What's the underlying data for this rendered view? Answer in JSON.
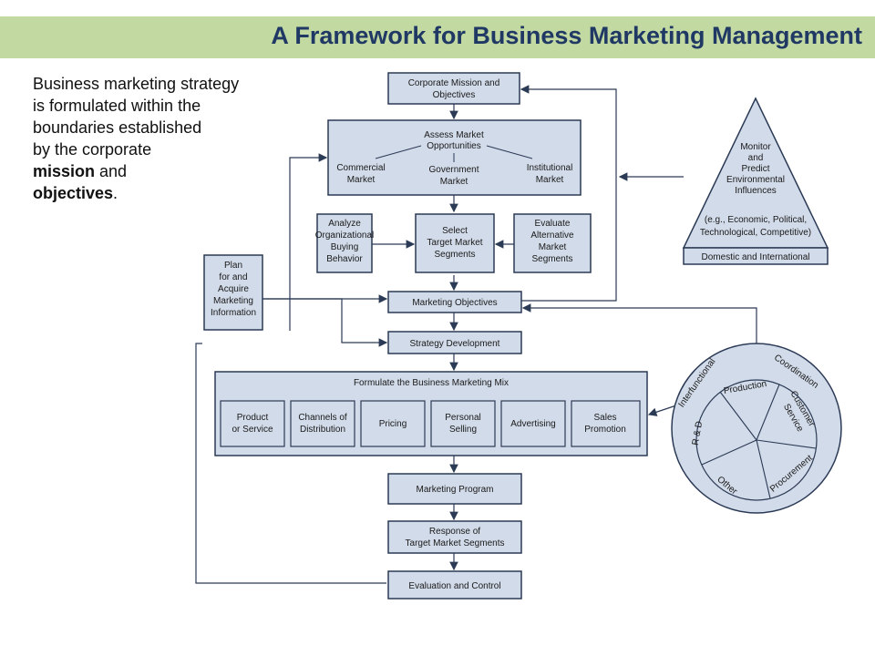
{
  "title": "A Framework for Business Marketing Management",
  "intro": {
    "line1": "Business marketing strategy",
    "line2": "is formulated within the",
    "line3": "boundaries established",
    "line4": "by the corporate",
    "bold1": "mission",
    "and": " and",
    "bold2": "objectives",
    "period": "."
  },
  "diagram": {
    "corporate_mission": [
      "Corporate Mission and",
      "Objectives"
    ],
    "assess": {
      "title": [
        "Assess Market",
        "Opportunities"
      ],
      "commercial": [
        "Commercial",
        "Market"
      ],
      "government": [
        "Government",
        "Market"
      ],
      "institutional": [
        "Institutional",
        "Market"
      ]
    },
    "analyze": [
      "Analyze",
      "Organizational",
      "Buying",
      "Behavior"
    ],
    "select": [
      "Select",
      "Target Market",
      "Segments"
    ],
    "evaluate": [
      "Evaluate",
      "Alternative",
      "Market",
      "Segments"
    ],
    "plan": [
      "Plan",
      "for and",
      "Acquire",
      "Marketing",
      "Information"
    ],
    "monitor": [
      "Monitor",
      "and",
      "Predict",
      "Environmental",
      "Influences",
      "(e.g., Economic, Political,",
      "Technological, Competitive)"
    ],
    "domestic": "Domestic and International",
    "marketing_objectives": "Marketing Objectives",
    "strategy_development": "Strategy Development",
    "mix_title": "Formulate the Business Marketing Mix",
    "mix_items": [
      [
        "Product",
        "or Service"
      ],
      [
        "Channels of",
        "Distribution"
      ],
      [
        "Pricing"
      ],
      [
        "Personal",
        "Selling"
      ],
      [
        "Advertising"
      ],
      [
        "Sales",
        "Promotion"
      ]
    ],
    "marketing_program": "Marketing Program",
    "response": [
      "Response of",
      "Target Market Segments"
    ],
    "evaluation": "Evaluation and Control",
    "circle": {
      "interfunctional": "Interfunctional",
      "coordination": "Coordination",
      "production": "Production",
      "customer_service": [
        "Customer",
        "Service"
      ],
      "procurement": "Procurement",
      "other": "Other",
      "rd": "R & D"
    }
  }
}
